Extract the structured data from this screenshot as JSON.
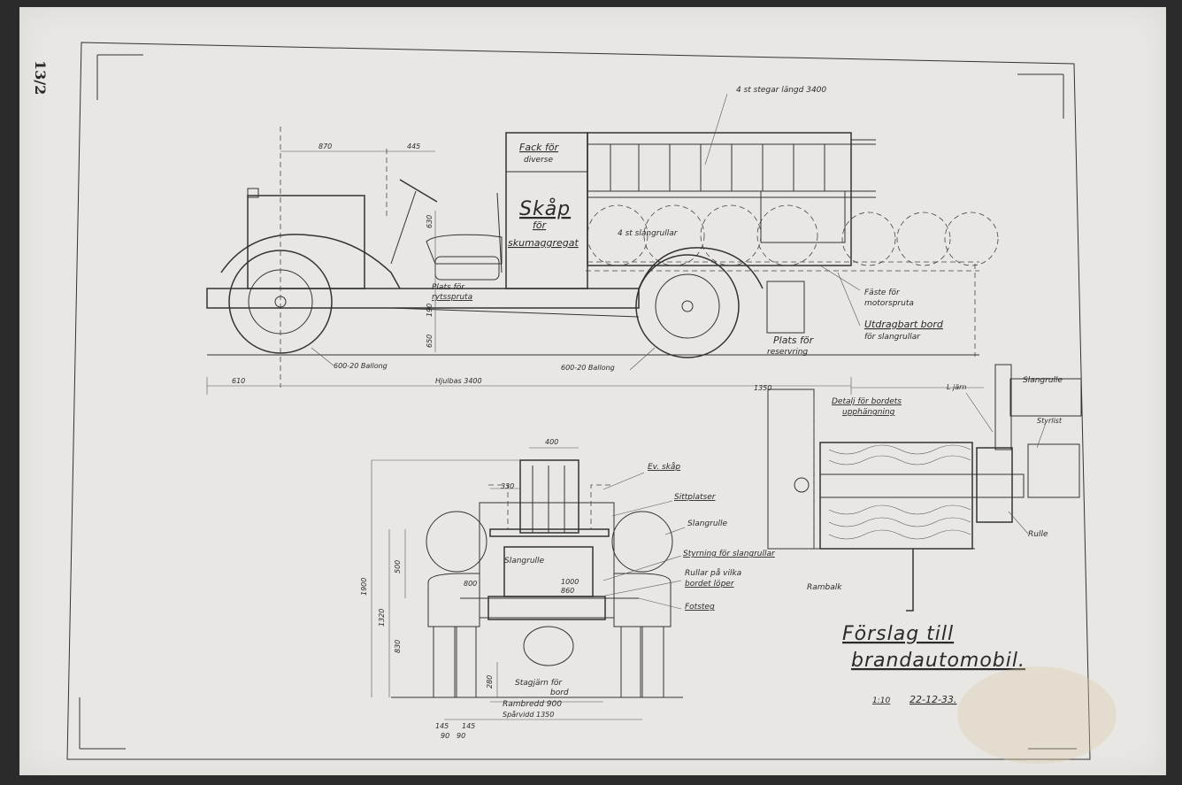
{
  "sheet": {
    "page_number": "13/2",
    "title_line1": "Förslag till",
    "title_line2": "brandautomobil.",
    "scale": "1:10",
    "date": "22-12-33."
  },
  "side_view": {
    "ladders": "4 st stegar längd 3400",
    "compartment_misc_1": "Fack för",
    "compartment_misc_2": "diverse",
    "cabinet_1": "Skåp",
    "cabinet_2": "för",
    "cabinet_3": "skumaggregat",
    "hose_reels": "4 st slangrullar",
    "pump_place_1": "Plats för",
    "pump_place_2": "rytssprutа",
    "motor_pump_1": "Fäste för",
    "motor_pump_2": "motorspruta",
    "pull_table_1": "Utdragbart bord",
    "pull_table_2": "för slangrullar",
    "spare_ring_1": "Plats för",
    "spare_ring_2": "reservring",
    "front_tyre": "600-20 Ballong",
    "rear_tyre": "600-20 Ballong",
    "dims": {
      "d870": "870",
      "d445": "445",
      "d630": "630",
      "d190": "190",
      "d650": "650",
      "d610": "610",
      "wheelbase": "Hjulbas 3400",
      "d1350": "1350"
    }
  },
  "rear_view": {
    "d400": "400",
    "d330": "330",
    "opt_cabinet": "Ev. skåp",
    "seats": "Sittplatser",
    "hose_reel_right": "Slangrulle",
    "hose_reel_center": "Slangrulle",
    "reel_guide": "Styrning för slangrullar",
    "rollers_1": "Rullar på vilka",
    "rollers_2": "bordet löper",
    "foot_step": "Fotsteg",
    "frame_beam": "Rambalk",
    "brace_1": "Stagjärn för",
    "brace_2": "bord",
    "frame_width": "Rambredd 900",
    "track_width": "Spårvidd 1350",
    "d1000": "1000",
    "d860": "860",
    "d800": "800",
    "d1900": "1900",
    "d1320": "1320",
    "d500": "500",
    "d830": "830",
    "d280": "280",
    "d145a": "145",
    "d145b": "145",
    "d90a": "90",
    "d90b": "90"
  },
  "detail_view": {
    "title_1": "Detalj för bordets",
    "title_2": "upphängning",
    "iron": "L järn",
    "hose_reel": "Slangrulle",
    "guide_iron": "Styrlist",
    "roller": "Rulle"
  }
}
